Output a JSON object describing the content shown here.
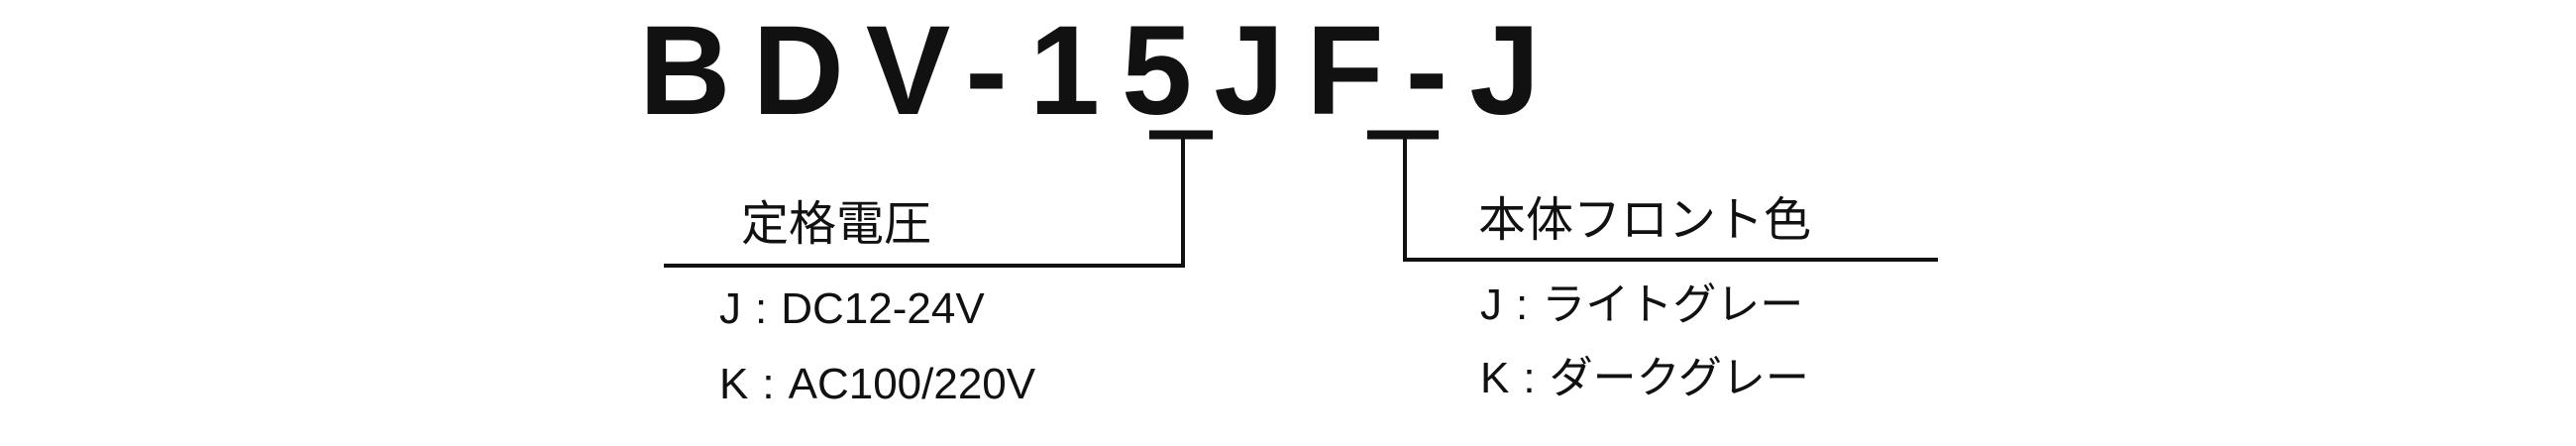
{
  "model_code": {
    "prefix": "BDV-15",
    "voltage_code": "J",
    "middle": "F-",
    "color_code": "J"
  },
  "voltage": {
    "title": "定格電圧",
    "options": [
      {
        "code": "J",
        "separator": ":",
        "value": "DC12-24V"
      },
      {
        "code": "K",
        "separator": ":",
        "value": "AC100/220V"
      }
    ]
  },
  "front_color": {
    "title": "本体フロント色",
    "options": [
      {
        "code": "J",
        "separator": ":",
        "value": "ライトグレー"
      },
      {
        "code": "K",
        "separator": ":",
        "value": "ダークグレー"
      }
    ]
  },
  "colors": {
    "ink": "#111111",
    "background": "#ffffff"
  }
}
